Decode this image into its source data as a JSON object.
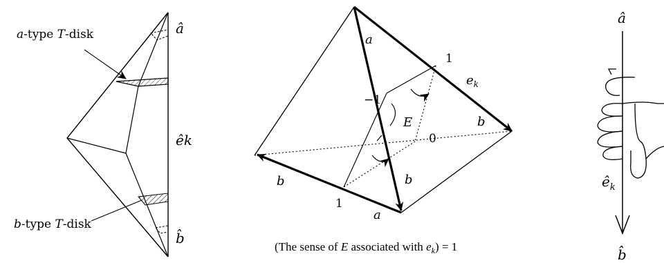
{
  "left_figure": {
    "a_hat": "â",
    "b_hat": "b̂",
    "e_k_hat": "êk",
    "a_type_label": {
      "prefix": "a",
      "middle": "-type ",
      "t": "T",
      "suffix": "-disk"
    },
    "b_type_label": {
      "prefix": "b",
      "middle": "-type ",
      "t": "T",
      "suffix": "-disk"
    }
  },
  "middle_figure": {
    "label_a_top": "a",
    "label_a_bottom": "a",
    "label_b_left": "b",
    "label_b_mid": "b",
    "label_b_right": "b",
    "label_1_top": "1",
    "label_1_bottom": "1",
    "label_minus1": "−1",
    "label_0": "0",
    "label_E": "E",
    "label_e": "e",
    "label_k": "k",
    "caption": {
      "open": "(The sense of ",
      "E": "E",
      "mid": " associated with ",
      "e": "e",
      "k": "k",
      "close": ") = 1"
    }
  },
  "right_figure": {
    "a_hat": "â",
    "b_hat": "b̂",
    "e_k_hat": "ê",
    "k_sub": "k"
  }
}
